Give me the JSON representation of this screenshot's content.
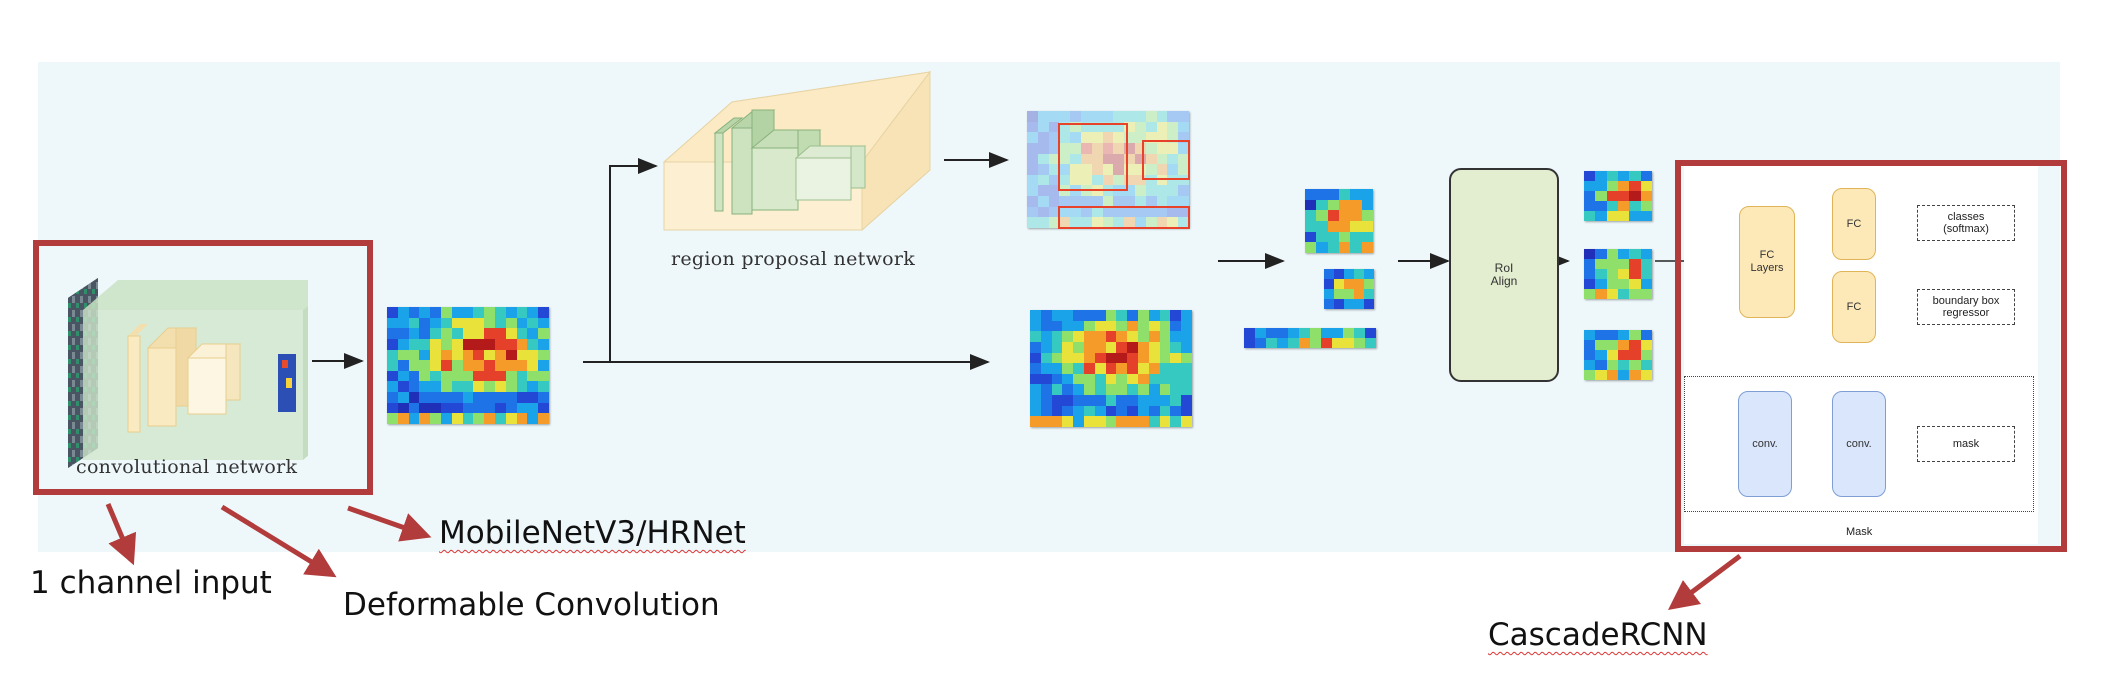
{
  "backbone": {
    "caption": "convolutional network"
  },
  "rpn": {
    "caption": "region proposal network"
  },
  "roi_align": {
    "label_line1": "RoI",
    "label_line2": "Align"
  },
  "head": {
    "fc_layers_line1": "FC",
    "fc_layers_line2": "Layers",
    "fc1": "FC",
    "fc2": "FC",
    "classes_line1": "classes",
    "classes_line2": "(softmax)",
    "bbox_line1": "boundary box",
    "bbox_line2": "regressor",
    "conv1": "conv.",
    "conv2": "conv.",
    "mask_out": "mask",
    "mask_caption": "Mask"
  },
  "annotations": {
    "one_channel": "1 channel input",
    "deformable": "Deformable Convolution",
    "mobilenet": "MobileNetV3/HRNet",
    "cascade": "CascadeRCNN"
  },
  "colors": {
    "highlight_frame": "#b23b3b",
    "panel_background": "#eef8fb",
    "node_fill_orange": "#fde9b8",
    "node_fill_green": "#e3edcf",
    "node_fill_blue": "#d9e6fb",
    "proposal_box": "#e8432a"
  }
}
